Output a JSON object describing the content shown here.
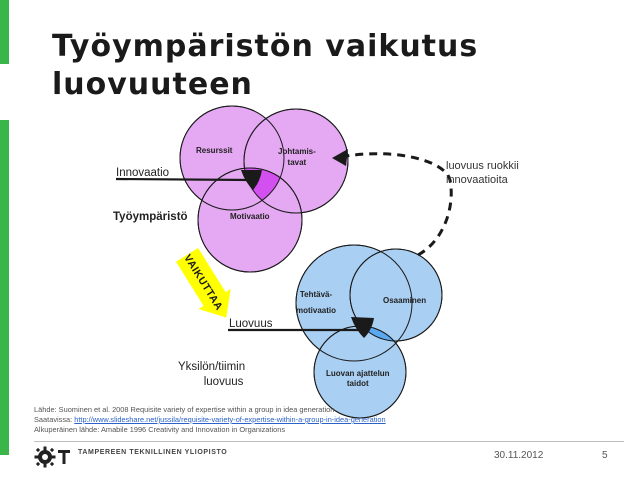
{
  "slide": {
    "title_line1": "Työympäristön vaikutus",
    "title_line2": "luovuuteen",
    "date": "30.11.2012",
    "page_number": "5"
  },
  "diagram_top": {
    "circle1": "Resurssit",
    "circle2_line1": "Johtamis-",
    "circle2_line2": "tavat",
    "circle3": "Motivaatio",
    "label_innovaatio": "Innovaatio",
    "label_tyoymparisto": "Työympäristö",
    "fill_color": "#e5a8f3",
    "center_color": "#d44ff0"
  },
  "diagram_bottom": {
    "circle1_line1": "Tehtävä-",
    "circle1_line2": "motivaatio",
    "circle2": "Osaaminen",
    "circle3_line1": "Luovan ajattelun",
    "circle3_line2": "taidot",
    "label_luovuus": "Luovuus",
    "label_yksilon_line1": "Yksilön/tiimin",
    "label_yksilon_line2": "luovuus",
    "fill_color": "#a9cff3",
    "center_color": "#5aa8f0"
  },
  "arrow": {
    "text": "VAIKUTTAA",
    "color": "#ffff00"
  },
  "side_note": {
    "line1": "luovuus ruokkii",
    "line2": "innovaatioita"
  },
  "source": {
    "line1": "Lähde: Suominen et al. 2008 Requisite variety of expertise within a group in idea generation",
    "line2_prefix": "Saatavissa: ",
    "line2_link": "http://www.slideshare.net/jussila/requisite-variety-of-expertise-within-a-group-in-idea-generation",
    "line3": "Alkuperäinen lähde: Amabile  1996 Creativity and Innovation in Organizations"
  },
  "footer": {
    "university": "TAMPEREEN TEKNILLINEN YLIOPISTO",
    "logo_icon": "tut-gear-logo-icon"
  },
  "accent_color": "#39b54a"
}
